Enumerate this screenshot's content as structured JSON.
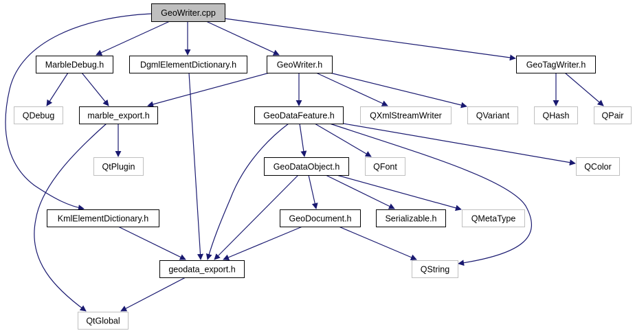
{
  "diagram": {
    "title": "GeoWriter.cpp include dependency graph",
    "colors": {
      "edge": "#191970",
      "root_fill": "#bfbfbf",
      "documented_border": "#000000",
      "external_border": "#bfbfbf",
      "node_fill": "#ffffff",
      "text": "#000000"
    },
    "nodes": [
      {
        "id": "geowriter_cpp",
        "label": "GeoWriter.cpp",
        "kind": "root"
      },
      {
        "id": "marbledebug_h",
        "label": "MarbleDebug.h",
        "kind": "documented"
      },
      {
        "id": "dgmlelementdictionary_h",
        "label": "DgmlElementDictionary.h",
        "kind": "documented"
      },
      {
        "id": "geowriter_h",
        "label": "GeoWriter.h",
        "kind": "documented"
      },
      {
        "id": "geotagwriter_h",
        "label": "GeoTagWriter.h",
        "kind": "documented"
      },
      {
        "id": "qdebug",
        "label": "QDebug",
        "kind": "external"
      },
      {
        "id": "marble_export_h",
        "label": "marble_export.h",
        "kind": "documented"
      },
      {
        "id": "geodatafeature_h",
        "label": "GeoDataFeature.h",
        "kind": "documented"
      },
      {
        "id": "qxmlstreamwriter",
        "label": "QXmlStreamWriter",
        "kind": "external"
      },
      {
        "id": "qvariant",
        "label": "QVariant",
        "kind": "external"
      },
      {
        "id": "qhash",
        "label": "QHash",
        "kind": "external"
      },
      {
        "id": "qpair",
        "label": "QPair",
        "kind": "external"
      },
      {
        "id": "qtplugin",
        "label": "QtPlugin",
        "kind": "external"
      },
      {
        "id": "geodataobject_h",
        "label": "GeoDataObject.h",
        "kind": "documented"
      },
      {
        "id": "qfont",
        "label": "QFont",
        "kind": "external"
      },
      {
        "id": "qcolor",
        "label": "QColor",
        "kind": "external"
      },
      {
        "id": "kmlelementdictionary_h",
        "label": "KmlElementDictionary.h",
        "kind": "documented"
      },
      {
        "id": "geodocument_h",
        "label": "GeoDocument.h",
        "kind": "documented"
      },
      {
        "id": "serializable_h",
        "label": "Serializable.h",
        "kind": "documented"
      },
      {
        "id": "qmetatype",
        "label": "QMetaType",
        "kind": "external"
      },
      {
        "id": "geodata_export_h",
        "label": "geodata_export.h",
        "kind": "documented"
      },
      {
        "id": "qstring",
        "label": "QString",
        "kind": "external"
      },
      {
        "id": "qtglobal",
        "label": "QtGlobal",
        "kind": "external"
      }
    ],
    "edges": [
      {
        "from": "geowriter_cpp",
        "to": "marbledebug_h"
      },
      {
        "from": "geowriter_cpp",
        "to": "dgmlelementdictionary_h"
      },
      {
        "from": "geowriter_cpp",
        "to": "geowriter_h"
      },
      {
        "from": "geowriter_cpp",
        "to": "geotagwriter_h"
      },
      {
        "from": "geowriter_cpp",
        "to": "kmlelementdictionary_h"
      },
      {
        "from": "marbledebug_h",
        "to": "qdebug"
      },
      {
        "from": "marbledebug_h",
        "to": "marble_export_h"
      },
      {
        "from": "dgmlelementdictionary_h",
        "to": "geodata_export_h"
      },
      {
        "from": "geowriter_h",
        "to": "marble_export_h"
      },
      {
        "from": "geowriter_h",
        "to": "geodatafeature_h"
      },
      {
        "from": "geowriter_h",
        "to": "qxmlstreamwriter"
      },
      {
        "from": "geowriter_h",
        "to": "qvariant"
      },
      {
        "from": "geotagwriter_h",
        "to": "qhash"
      },
      {
        "from": "geotagwriter_h",
        "to": "qpair"
      },
      {
        "from": "marble_export_h",
        "to": "qtplugin"
      },
      {
        "from": "marble_export_h",
        "to": "qtglobal"
      },
      {
        "from": "geodatafeature_h",
        "to": "geodataobject_h"
      },
      {
        "from": "geodatafeature_h",
        "to": "qfont"
      },
      {
        "from": "geodatafeature_h",
        "to": "qcolor"
      },
      {
        "from": "geodatafeature_h",
        "to": "qstring"
      },
      {
        "from": "geodatafeature_h",
        "to": "geodata_export_h"
      },
      {
        "from": "geodataobject_h",
        "to": "geodocument_h"
      },
      {
        "from": "geodataobject_h",
        "to": "serializable_h"
      },
      {
        "from": "geodataobject_h",
        "to": "qmetatype"
      },
      {
        "from": "geodataobject_h",
        "to": "geodata_export_h"
      },
      {
        "from": "kmlelementdictionary_h",
        "to": "geodata_export_h"
      },
      {
        "from": "geodocument_h",
        "to": "geodata_export_h"
      },
      {
        "from": "geodocument_h",
        "to": "qstring"
      },
      {
        "from": "geodata_export_h",
        "to": "qtglobal"
      }
    ]
  }
}
